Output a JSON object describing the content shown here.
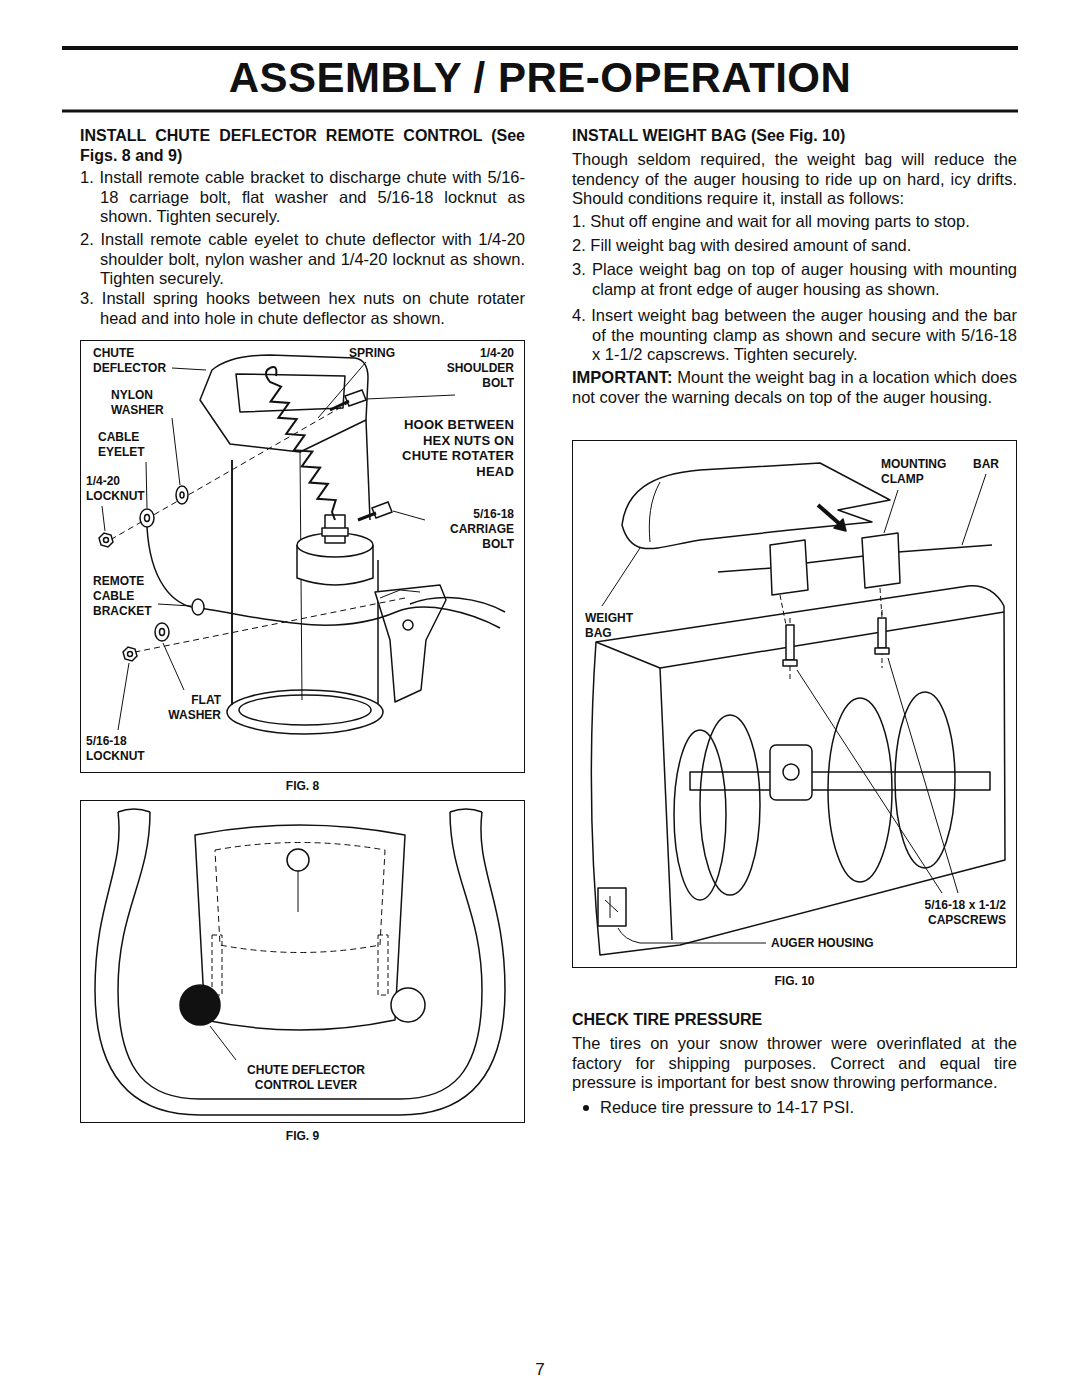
{
  "diagram": {
    "title": "ASSEMBLY / PRE-OPERATION",
    "nodes": [
      {
        "text": [
          "CHUTE DEFLECTOR",
          "NYLON WASHER",
          "CABLE EYELET",
          "1/4-20 LOCKNUT",
          "REMOTE CABLE BRACKET",
          "FLAT WASHER",
          "5/16-18 LOCKNUT",
          "SPRING",
          "1/4-20 SHOULDER BOLT",
          "HOOK BETWEEN HEX NUTS ON CHUTE ROTATER HEAD",
          "5/16-18 CARRIAGE BOLT"
        ]
      },
      {
        "text": [
          "CHUTE DEFLECTOR CONTROL LEVER"
        ]
      },
      {
        "text": [
          "MOUNTING CLAMP",
          "BAR",
          "WEIGHT BAG",
          "5/16-18 x 1-1/2 CAPSCREWS",
          "AUGER HOUSING"
        ]
      }
    ],
    "labels": [
      "INSTALL CHUTE DEFLECTOR REMOTE CONTROL (See Figs. 8 and 9)",
      "1. Install remote cable bracket to discharge chute with 5/16-18 carriage bolt, flat washer and 5/16-18 locknut as shown. Tighten securely.",
      "2. Install remote cable eyelet to chute deflector with 1/4-20 shoulder bolt, nylon washer and 1/4-20 locknut as shown. Tighten securely.",
      "3. Install spring hooks between hex nuts on chute rotater head and into hole in chute deflector as shown.",
      "FIG. 8",
      "FIG. 9",
      "INSTALL WEIGHT BAG (See Fig. 10)",
      "Though seldom required, the weight bag will reduce the tendency of the auger housing to ride up on hard, icy drifts. Should conditions require it, install as follows:",
      "1. Shut off engine and wait for all moving parts to stop.",
      "2. Fill weight bag with desired amount of sand.",
      "3. Place weight bag on top of auger housing with mounting clamp at front edge of auger housing as shown.",
      "4. Insert weight bag between the auger housing and the bar of the mounting clamp as shown and secure with 5/16-18 x 1-1/2 capscrews. Tighten securely.",
      "IMPORTANT:",
      "Mount the weight bag in a location which does not cover the warning decals on top of the auger housing.",
      "FIG. 10",
      "CHECK TIRE PRESSURE",
      "The tires on your snow thrower were overinflated at the factory for shipping purposes. Correct and equal tire pressure is important for best snow throwing performance.",
      "Reduce tire pressure to 14-17 PSI.",
      "7"
    ]
  }
}
